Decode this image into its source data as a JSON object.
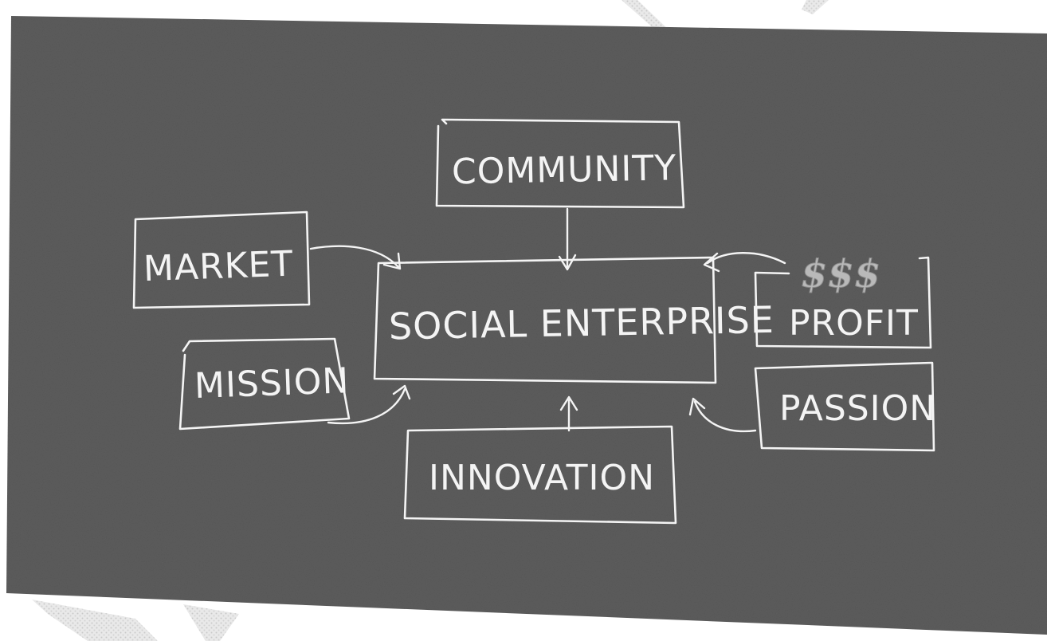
{
  "nodes": {
    "center": "SOCIAL ENTERPRISE",
    "community": "COMMUNITY",
    "market": "MARKET",
    "mission": "MISSION",
    "innovation": "INNOVATION",
    "profit": "PROFIT",
    "profit_symbol": "$$$",
    "passion": "PASSION"
  },
  "colors": {
    "board": "#5c5c5c",
    "chalk": "#f4f4f4",
    "dollar": "#b9b9b9"
  }
}
